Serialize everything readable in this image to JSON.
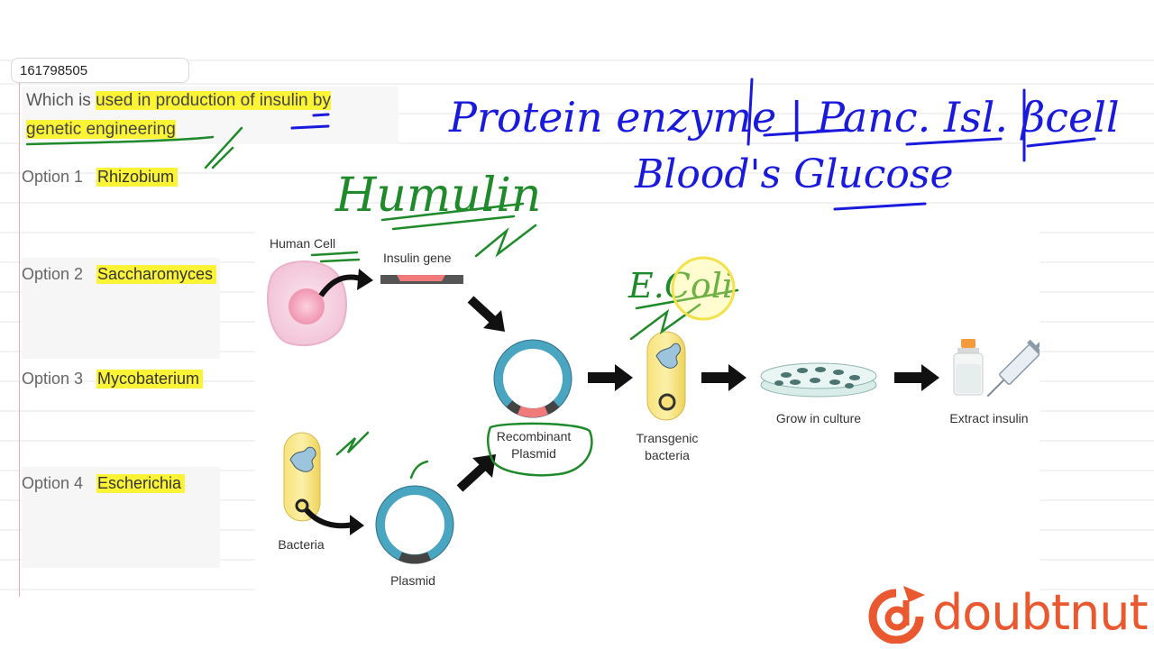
{
  "question": {
    "id": "161798505",
    "text_before": "Which is ",
    "text_highlight_1": "used in production of insulin by",
    "text_highlight_2": "genetic engineering"
  },
  "options": [
    {
      "label": "Option 1",
      "value": "Rhizobium"
    },
    {
      "label": "Option 2",
      "value": "Saccharomyces"
    },
    {
      "label": "Option 3",
      "value": "Mycobaterium"
    },
    {
      "label": "Option 4",
      "value": "Escherichia"
    }
  ],
  "diagram": {
    "human_cell": "Human Cell",
    "insulin_gene": "Insulin gene",
    "recombinant_1": "Recombinant",
    "recombinant_2": "Plasmid",
    "transgenic_1": "Transgenic",
    "transgenic_2": "bacteria",
    "grow": "Grow in culture",
    "extract": "Extract insulin",
    "bacteria": "Bacteria",
    "plasmid": "Plasmid"
  },
  "handwriting": {
    "line1": "Protein enzyme | Panc.  Isl. βcell",
    "line2": "Blood's Glucose",
    "humulin": "Humulin",
    "ecoli": "E.Coli"
  },
  "brand": {
    "name": "doubtnut"
  },
  "colors": {
    "highlight": "#fbf436",
    "blue_ink": "#1a1adc",
    "green_ink": "#1f8a2a",
    "brand": "#e9582f",
    "plasmid": "#4aa6c0",
    "insulin_gene": "#f07a7a"
  }
}
